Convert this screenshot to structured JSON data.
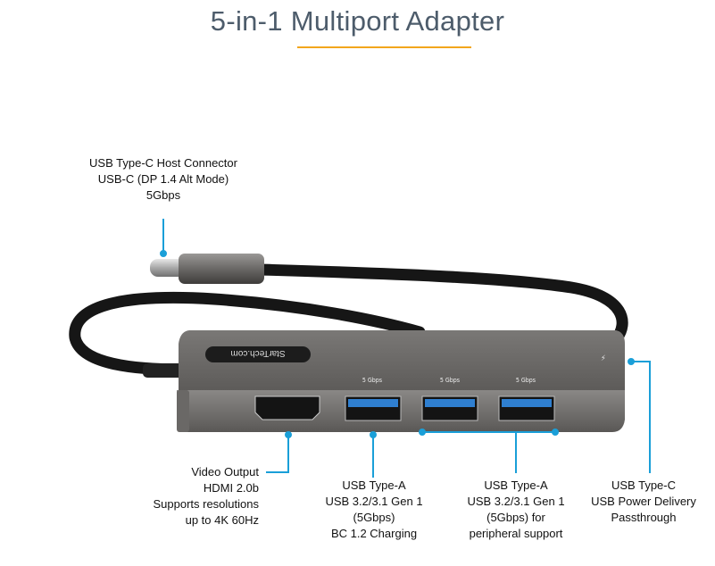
{
  "title": "5-in-1 Multiport Adapter",
  "accent_color": "#1a9fd8",
  "underline_color": "#f2a61c",
  "device": {
    "brand_logo": "StarTech.com",
    "port_labels": [
      "5 Gbps",
      "5 Gbps",
      "5 Gbps"
    ]
  },
  "callouts": {
    "host": [
      "USB Type-C Host Connector",
      "USB-C (DP 1.4 Alt Mode)",
      "5Gbps"
    ],
    "hdmi": [
      "Video Output",
      "HDMI 2.0b",
      "Supports resolutions",
      "up to 4K 60Hz"
    ],
    "usb_a_charging": [
      "USB Type-A",
      "USB 3.2/3.1 Gen 1",
      "(5Gbps)",
      "BC 1.2 Charging"
    ],
    "usb_a_peripheral": [
      "USB Type-A",
      "USB 3.2/3.1 Gen 1",
      "(5Gbps) for",
      "peripheral support"
    ],
    "usb_c_pd": [
      "USB Type-C",
      "USB Power Delivery",
      "Passthrough"
    ]
  }
}
